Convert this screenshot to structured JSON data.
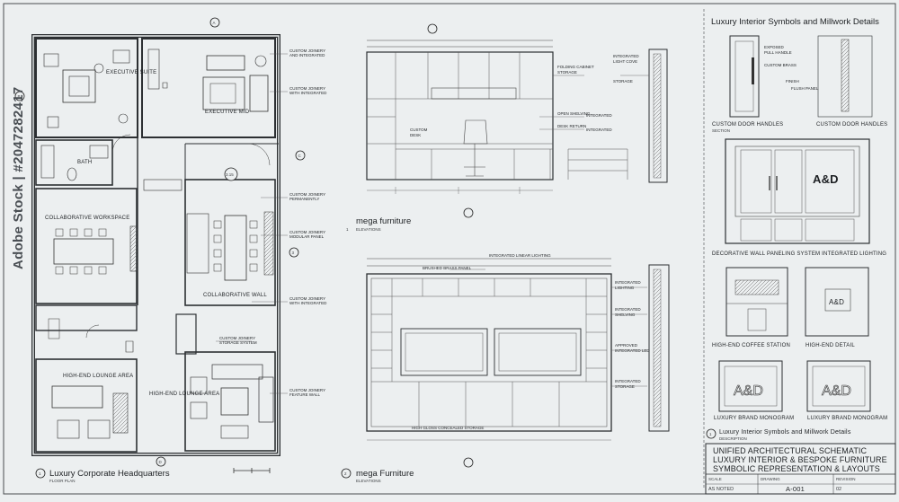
{
  "plan": {
    "rooms": {
      "exec_suite": "EXECUTIVE SUITE",
      "exec_mid": "EXECUTIVE MID",
      "bath": "BATH",
      "collab_workspace": "COLLABORATIVE WORKSPACE",
      "collab_wall": "COLLABORATIVE WALL",
      "lounge": "HIGH-END LOUNGE AREA",
      "lounge_area": "HIGH-END LOUNGE AREA"
    },
    "markers": [
      "A",
      "B",
      "C",
      "D",
      "1",
      "2",
      "3",
      "3.15"
    ],
    "title_num": "1",
    "title": "Luxury Corporate Headquarters",
    "subtitle": "FLOOR PLAN"
  },
  "elevation_top": {
    "title_num": "1",
    "title": "mega furniture",
    "subtitle": "ELEVATIONS"
  },
  "elevation_bottom": {
    "title_num": "2",
    "title": "mega Furniture",
    "subtitle": "ELEVATIONS"
  },
  "details": {
    "header": "Luxury Interior Symbols and Millwork Details",
    "door_handles_1": "CUSTOM DOOR HANDLES",
    "door_handles_2": "CUSTOM DOOR HANDLES",
    "door_handles_sub": "SECTION",
    "wall_panel": "DECORATIVE WALL PANELING SYSTEM INTEGRATED LIGHTING",
    "coffee": "HIGH-END COFFEE STATION",
    "detail": "HIGH-END DETAIL",
    "monogram_1": "LUXURY BRAND MONOGRAM",
    "monogram_2": "LUXURY BRAND MONOGRAM",
    "monogram_text": "A&D",
    "footer_num": "1",
    "footer": "Luxury Interior Symbols and Millwork Details",
    "footer_sub": "DESCRIPTION"
  },
  "title_block": {
    "line1": "UNIFIED ARCHITECTURAL SCHEMATIC",
    "line2": "LUXURY INTERIOR & BESPOKE FURNITURE",
    "line3": "SYMBOLIC REPRESENTATION & LAYOUTS",
    "scale_label": "SCALE",
    "scale_val": "AS NOTED",
    "drawing_label": "DRAWING",
    "sheet_no": "A-001",
    "rev_label": "REVISION",
    "rev_val": "02"
  },
  "watermark": {
    "brand": "Adobe Stock",
    "id": "#2047282417"
  }
}
